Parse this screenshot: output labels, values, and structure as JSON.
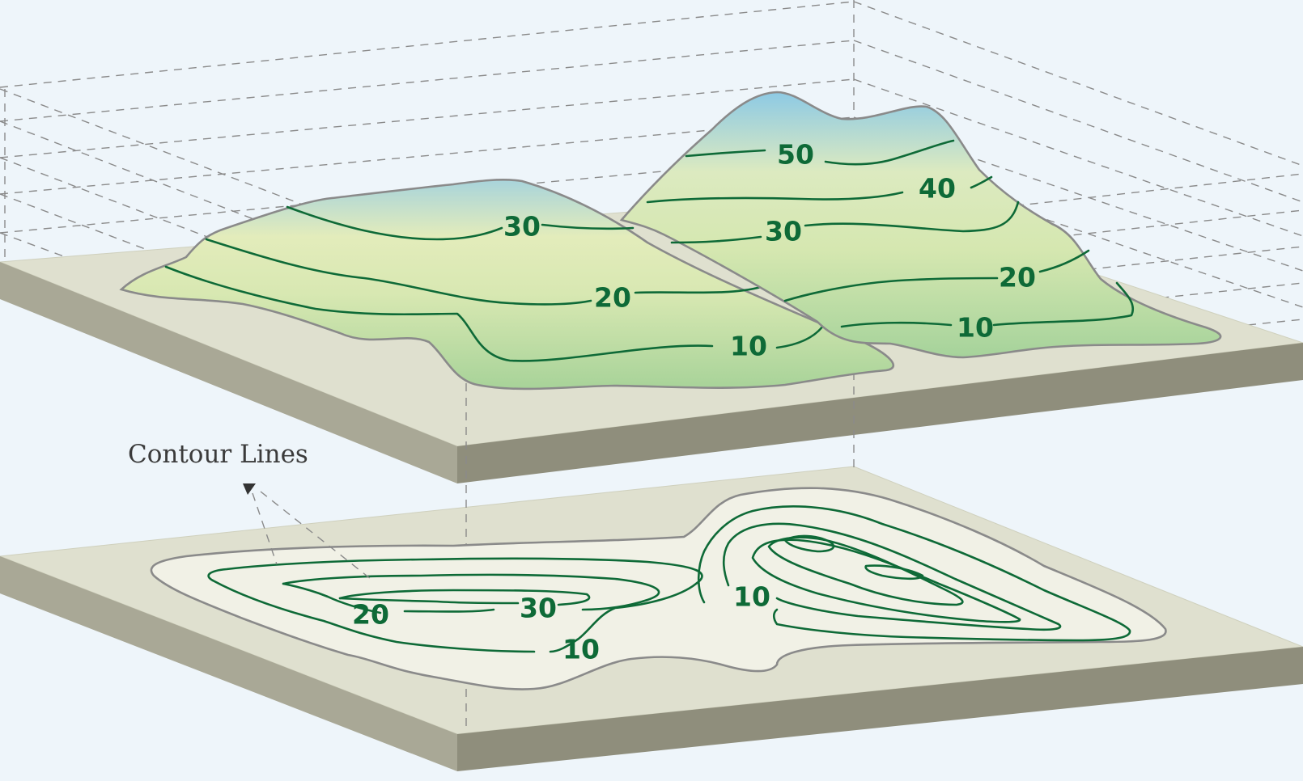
{
  "caption": "Contour Lines",
  "colors": {
    "background": "#eef5fa",
    "slab_top": "#dfe0cf",
    "slab_front": "#a9a896",
    "slab_side": "#8f8e7c",
    "contour": "#0e6a37",
    "outline": "#8a8a8a",
    "map_fill": "#f1f1e6"
  },
  "terrain_labels": {
    "left_hill": {
      "l30": "30",
      "l20": "20",
      "l10": "10"
    },
    "right_hill": {
      "l50": "50",
      "l40": "40",
      "l30": "30",
      "l20": "20",
      "l10": "10"
    }
  },
  "map_labels": {
    "l20": "20",
    "l30": "30",
    "l10a": "10",
    "l10b": "10"
  }
}
